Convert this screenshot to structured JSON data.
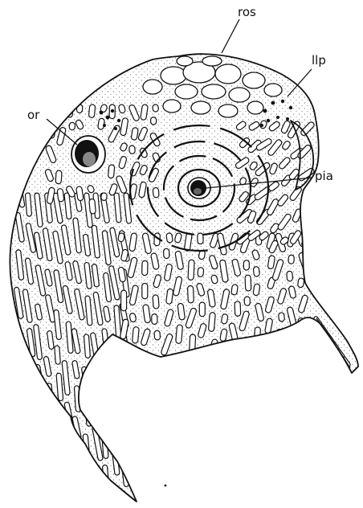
{
  "figure": {
    "labels": {
      "ros": "ros",
      "llp": "llp",
      "or": "or",
      "pia": "pia"
    },
    "colors": {
      "ink": "#111111",
      "paper": "#ffffff"
    }
  }
}
